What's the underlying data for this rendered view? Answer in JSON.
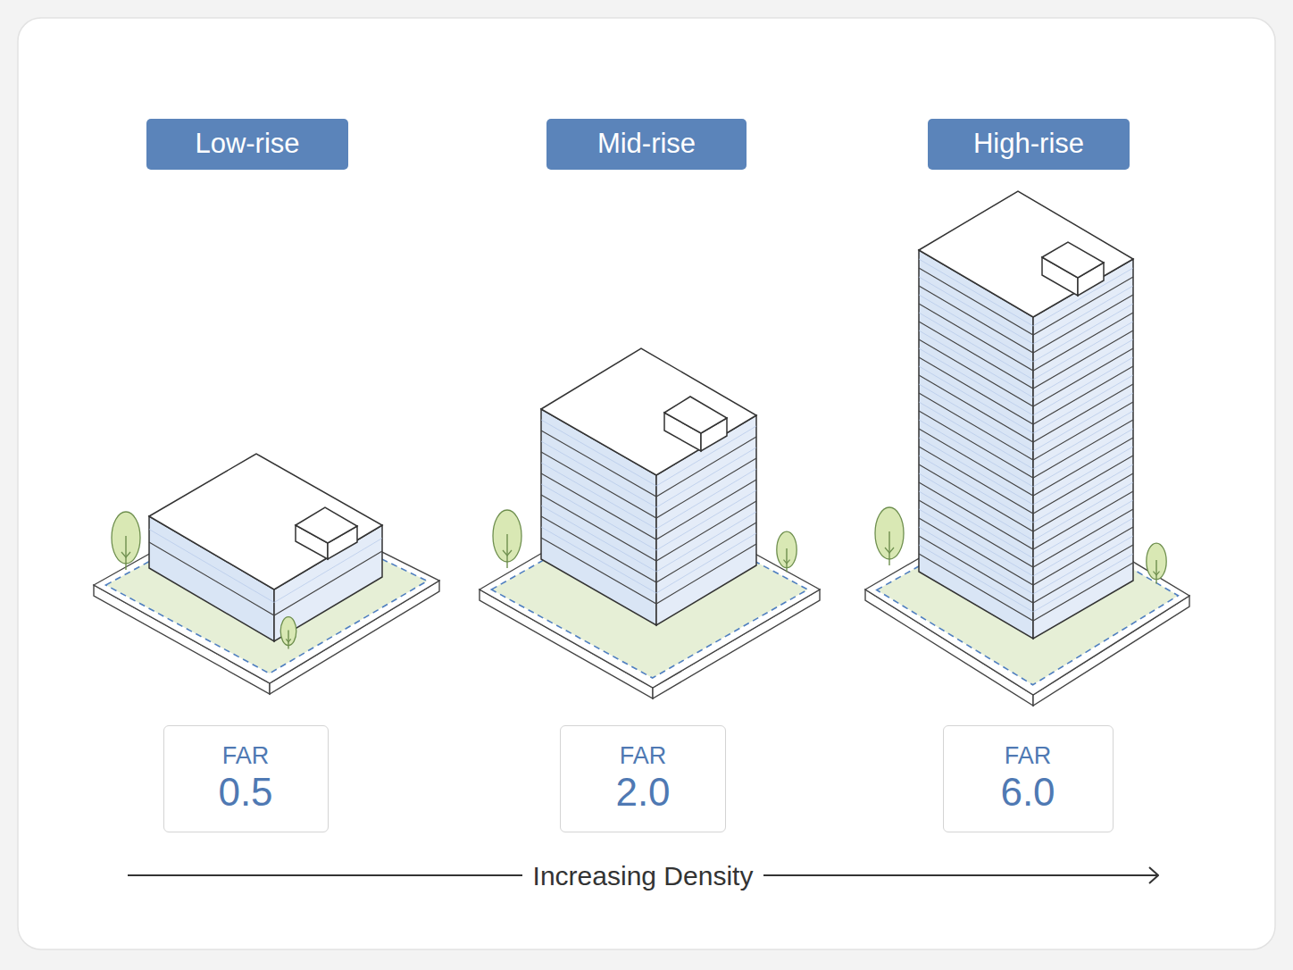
{
  "diagram": {
    "nodes": [
      {
        "text": [
          "Low-rise"
        ]
      },
      {
        "text": [
          "Mid-rise"
        ]
      },
      {
        "text": [
          "High-rise"
        ]
      },
      {
        "text": [
          "FAR",
          "0.5"
        ]
      },
      {
        "text": [
          "FAR",
          "2.0"
        ]
      },
      {
        "text": [
          "FAR",
          "6.0"
        ]
      }
    ],
    "labels": [
      "Increasing Density"
    ]
  }
}
